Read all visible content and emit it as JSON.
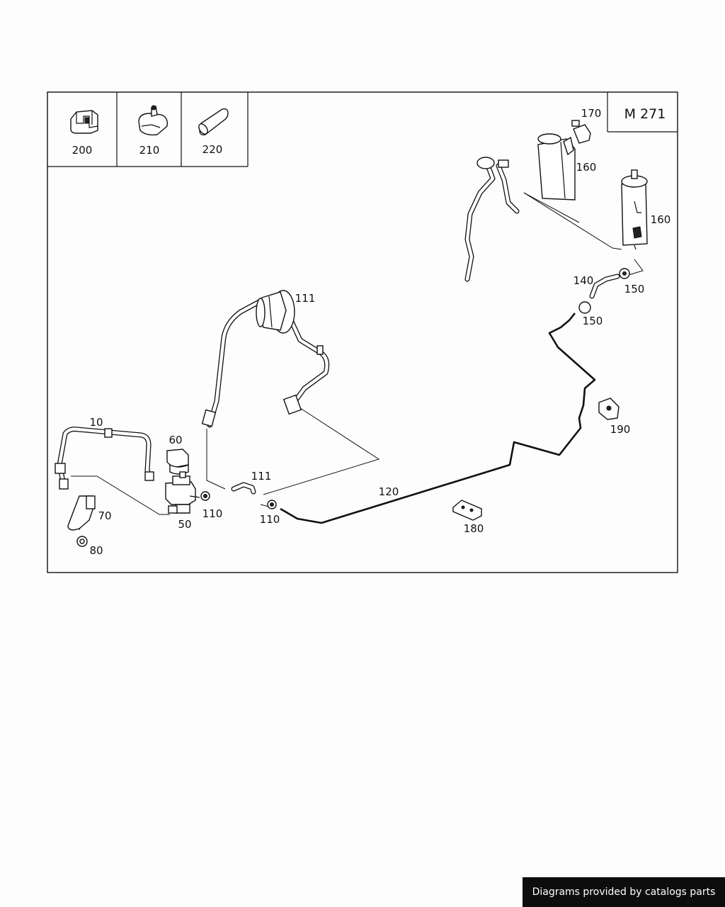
{
  "engine_code": "M 271",
  "legend_parts": [
    {
      "number": "200",
      "icon": "clip-icon"
    },
    {
      "number": "210",
      "icon": "push-clip-icon"
    },
    {
      "number": "220",
      "icon": "hose-sleeve-icon"
    }
  ],
  "callouts": {
    "p10": "10",
    "p50": "50",
    "p60": "60",
    "p70": "70",
    "p80": "80",
    "p110a": "110",
    "p110b": "110",
    "p111a": "111",
    "p111b": "111",
    "p120": "120",
    "p140": "140",
    "p150a": "150",
    "p150b": "150",
    "p160a": "160",
    "p160b": "160",
    "p170": "170",
    "p180": "180",
    "p190": "190"
  },
  "footer_text": "Diagrams provided by catalogs parts"
}
